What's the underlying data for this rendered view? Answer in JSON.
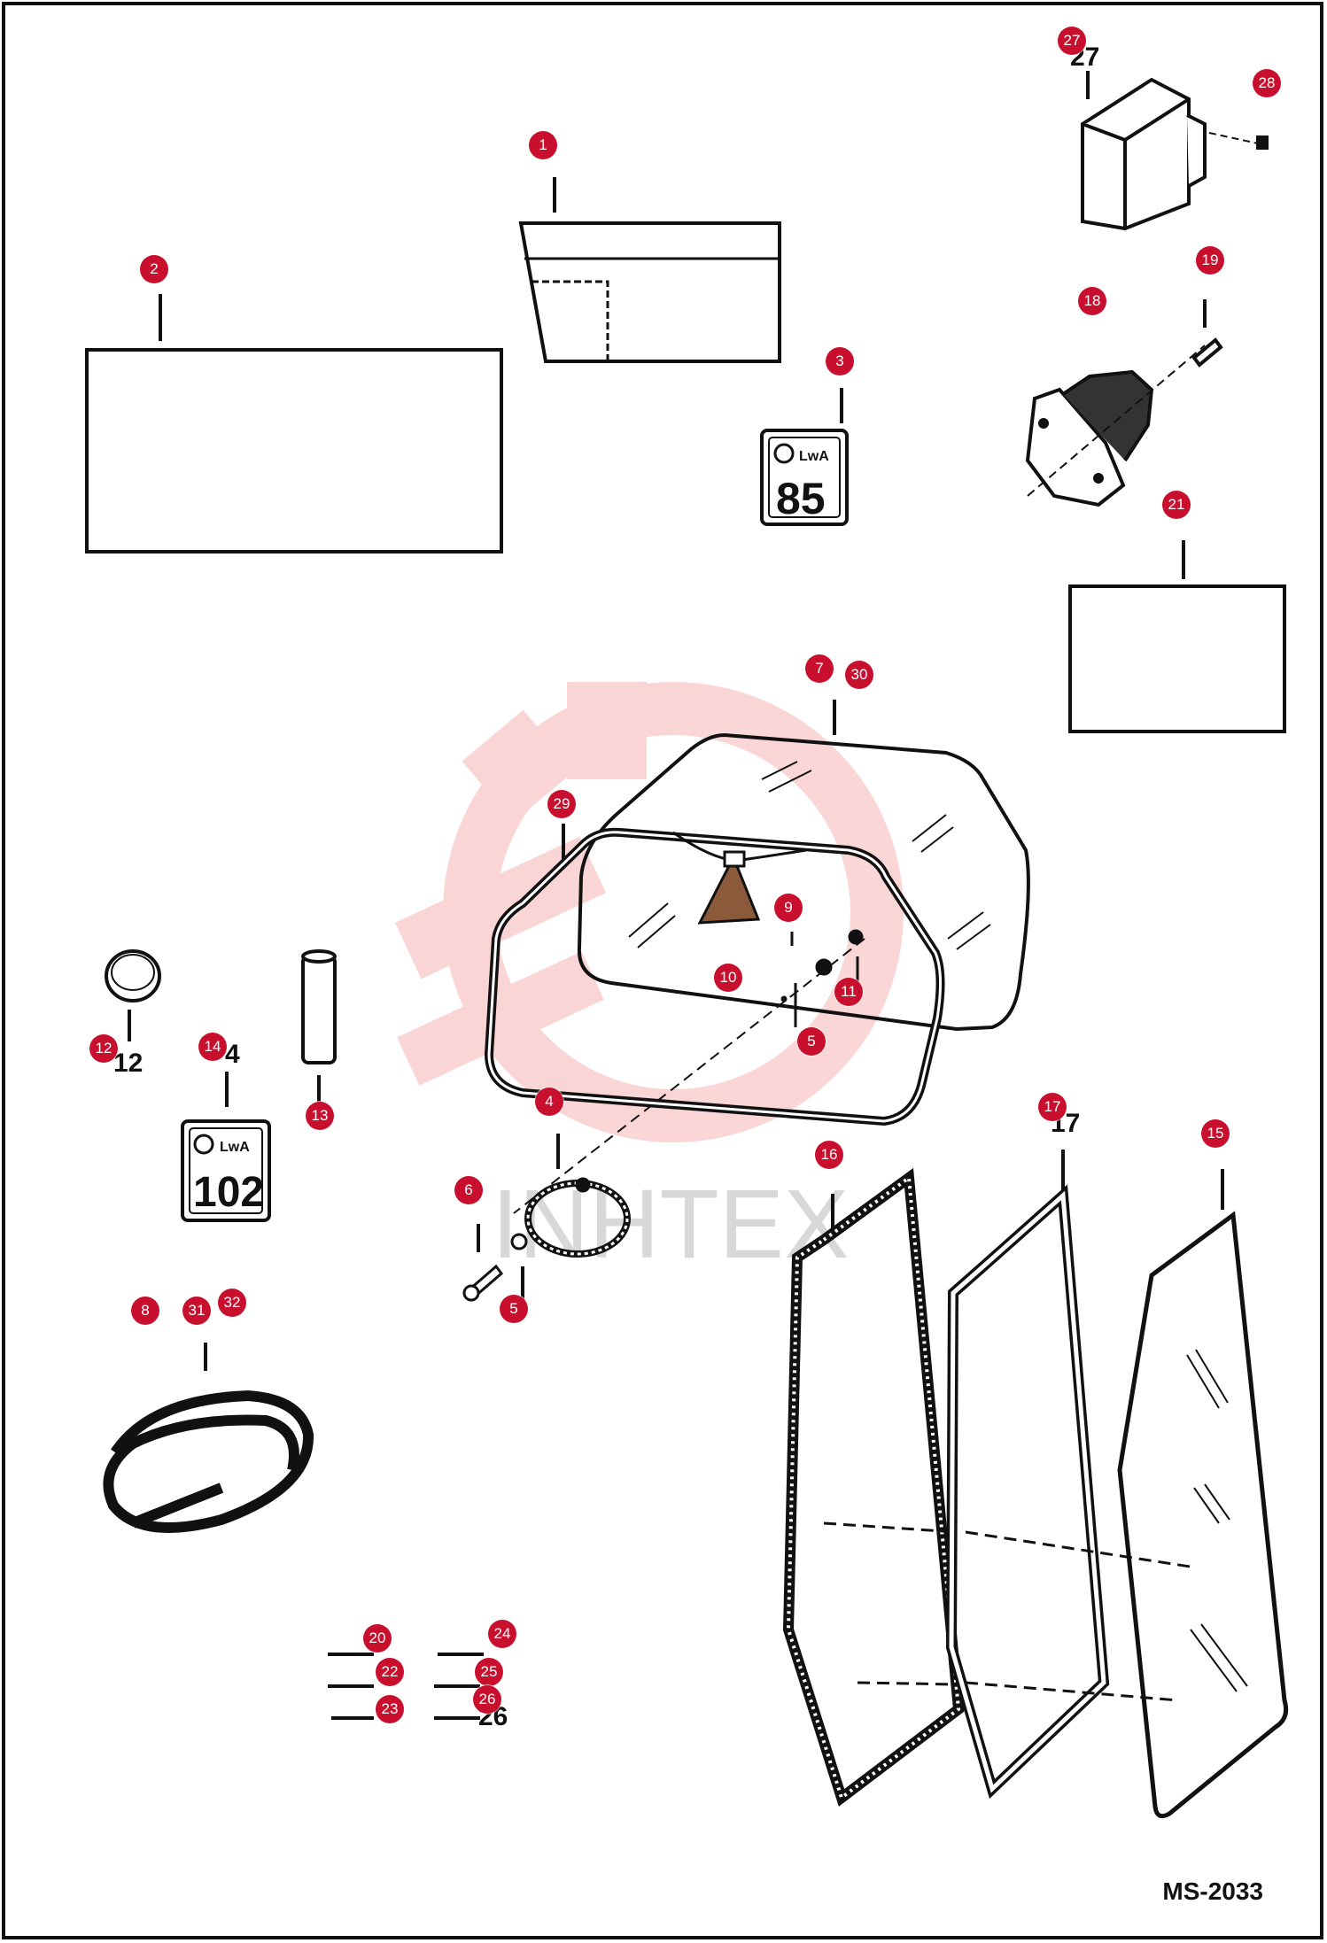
{
  "diagram": {
    "id": "MS-2033",
    "watermark": "INHTEX",
    "colors": {
      "callout": "#c8102e",
      "line": "#111111",
      "watermark": "#f3a9a9"
    }
  },
  "decals": {
    "decal_3": {
      "symbol": "LwA",
      "value": "85"
    },
    "decal_14": {
      "symbol": "LwA",
      "value": "102"
    }
  },
  "callouts": [
    {
      "id": "c1",
      "label": "1"
    },
    {
      "id": "c2",
      "label": "2"
    },
    {
      "id": "c3",
      "label": "3"
    },
    {
      "id": "c4",
      "label": "4"
    },
    {
      "id": "c5a",
      "label": "5"
    },
    {
      "id": "c5b",
      "label": "5"
    },
    {
      "id": "c6",
      "label": "6"
    },
    {
      "id": "c7",
      "label": "7"
    },
    {
      "id": "c8",
      "label": "8"
    },
    {
      "id": "c9",
      "label": "9"
    },
    {
      "id": "c10",
      "label": "10"
    },
    {
      "id": "c11",
      "label": "11"
    },
    {
      "id": "c12",
      "label": "12"
    },
    {
      "id": "c13",
      "label": "13"
    },
    {
      "id": "c14",
      "label": "14"
    },
    {
      "id": "c15",
      "label": "15"
    },
    {
      "id": "c16",
      "label": "16"
    },
    {
      "id": "c17",
      "label": "17"
    },
    {
      "id": "c18",
      "label": "18"
    },
    {
      "id": "c19",
      "label": "19"
    },
    {
      "id": "c20",
      "label": "20"
    },
    {
      "id": "c21",
      "label": "21"
    },
    {
      "id": "c22",
      "label": "22"
    },
    {
      "id": "c23",
      "label": "23"
    },
    {
      "id": "c24",
      "label": "24"
    },
    {
      "id": "c25",
      "label": "25"
    },
    {
      "id": "c26",
      "label": "26"
    },
    {
      "id": "c27",
      "label": "27"
    },
    {
      "id": "c28",
      "label": "28"
    },
    {
      "id": "c29",
      "label": "29"
    },
    {
      "id": "c30",
      "label": "30"
    },
    {
      "id": "c31",
      "label": "31"
    },
    {
      "id": "c32",
      "label": "32"
    }
  ],
  "part_numbers": {
    "n12": "12",
    "n14": "4",
    "n27": "27",
    "n17": "17",
    "n26": "26"
  }
}
